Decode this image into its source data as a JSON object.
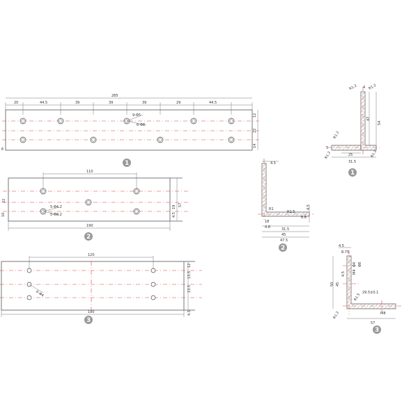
{
  "drawing": {
    "views": {
      "plate1": {
        "badge": "1",
        "overall": "285",
        "segments": [
          "20",
          "44.5",
          "39",
          "39",
          "39",
          "29",
          "44.5"
        ],
        "right_dims": [
          "12",
          "22",
          "14"
        ],
        "left_dim": "6",
        "hole_labels": [
          "9-Φ5",
          "6-Φ8"
        ]
      },
      "plate2": {
        "badge": "2",
        "top_dim": "110",
        "bottom_dim": "190",
        "left_dim": "22",
        "left_small": "10",
        "right_dims": [
          "4.5",
          "57",
          "19"
        ],
        "hole_labels": [
          "5-Φ4.2",
          "5-Φ8.2"
        ]
      },
      "plate3": {
        "badge": "3",
        "top_dim": "120",
        "bottom_dim": "190",
        "right_dims": [
          "12",
          "13.5",
          "13.5",
          "4.5"
        ],
        "hole_label": "6-Φ4"
      },
      "section1": {
        "badge": "1",
        "radius_labels": [
          "R1.2",
          "R1.2",
          "R1.2",
          "R1.2",
          "R1.2"
        ],
        "dims": [
          "4",
          "47",
          "54",
          "5",
          "25",
          "31.5"
        ]
      },
      "section2": {
        "badge": "2",
        "dims": [
          "4.5",
          "4.5",
          "R1",
          "R2.5",
          "18",
          "4.8",
          "31.5",
          "45",
          "47.5"
        ],
        "inner_label": "6.8"
      },
      "section3": {
        "badge": "3",
        "dims": [
          "4.5",
          "8.75",
          "50",
          "45",
          "4.5",
          "M4",
          "29.5±0.1",
          "M8",
          "57",
          "R1.2",
          "R1.5",
          "Φ4",
          "Φ8"
        ]
      }
    }
  }
}
